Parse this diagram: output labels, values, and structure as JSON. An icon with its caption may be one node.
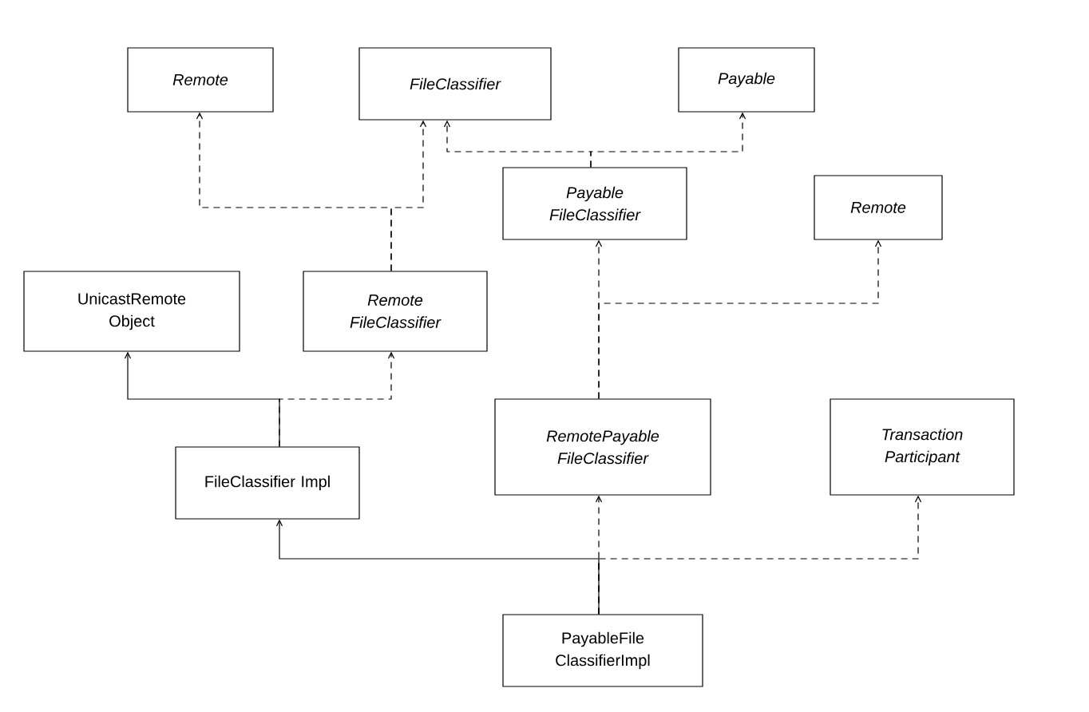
{
  "diagram": {
    "nodes": [
      {
        "text": [
          "Remote"
        ]
      },
      {
        "text": [
          "FileClassifier"
        ]
      },
      {
        "text": [
          "Payable"
        ]
      },
      {
        "text": [
          "Payable FileClassifier"
        ]
      },
      {
        "text": [
          "Remote"
        ]
      },
      {
        "text": [
          "UnicastRemote Object"
        ]
      },
      {
        "text": [
          "Remote FileClassifier"
        ]
      },
      {
        "text": [
          "RemotePayable FileClassifier"
        ]
      },
      {
        "text": [
          "Transaction Participant"
        ]
      },
      {
        "text": [
          "FileClassifier Impl"
        ]
      },
      {
        "text": [
          "PayableFile ClassifierImpl"
        ]
      }
    ],
    "edges": [
      {
        "from": 6,
        "to": 0,
        "arrow": "to",
        "style": "dashed"
      },
      {
        "from": 6,
        "to": 1,
        "arrow": "to",
        "style": "dashed"
      },
      {
        "from": 3,
        "to": 1,
        "arrow": "to",
        "style": "dashed"
      },
      {
        "from": 3,
        "to": 2,
        "arrow": "to",
        "style": "dashed"
      },
      {
        "from": 7,
        "to": 3,
        "arrow": "to",
        "style": "dashed"
      },
      {
        "from": 7,
        "to": 4,
        "arrow": "to",
        "style": "dashed"
      },
      {
        "from": 9,
        "to": 5,
        "arrow": "to"
      },
      {
        "from": 9,
        "to": 6,
        "arrow": "to",
        "style": "dashed"
      },
      {
        "from": 10,
        "to": 9,
        "arrow": "to"
      },
      {
        "from": 10,
        "to": 7,
        "arrow": "to",
        "style": "dashed"
      },
      {
        "from": 10,
        "to": 8,
        "arrow": "to",
        "style": "dashed"
      }
    ]
  }
}
